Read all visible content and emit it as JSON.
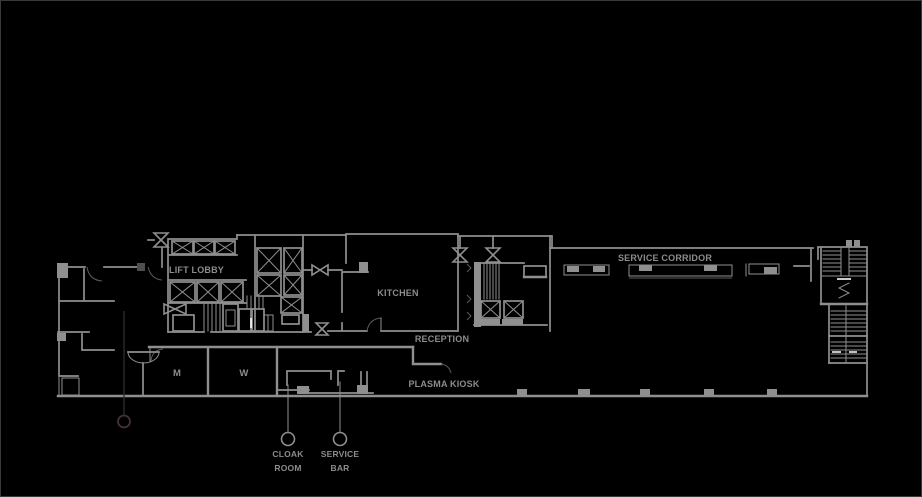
{
  "colors": {
    "background": "#000000",
    "border": "#3a3a3a",
    "wall": "#8f8f8f",
    "wallDim": "#5a5a5a",
    "darkFill": "#4f4f4f",
    "text": "#8c8c8c",
    "highlight": "#ffffff",
    "leaderDark": "#2e2a2c",
    "markerDark": "#443139"
  },
  "floorplan": {
    "rooms": {
      "lift_lobby": "LIFT LOBBY",
      "kitchen": "KITCHEN",
      "reception": "RECEPTION",
      "service_corridor": "SERVICE CORRIDOR",
      "plasma_kiosk": "PLASMA KIOSK",
      "mens_room": "M",
      "womens_room": "W"
    },
    "callouts": {
      "cloak_room_line1": "CLOAK",
      "cloak_room_line2": "ROOM",
      "service_bar_line1": "SERVICE",
      "service_bar_line2": "BAR"
    }
  }
}
